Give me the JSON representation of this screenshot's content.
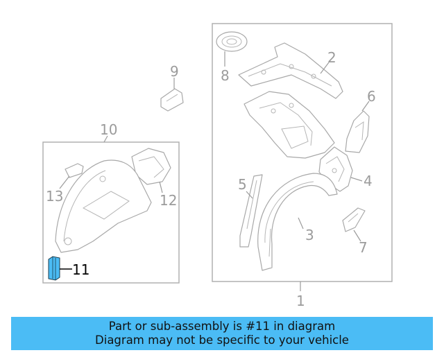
{
  "callouts": {
    "c1": "1",
    "c2": "2",
    "c3": "3",
    "c4": "4",
    "c5": "5",
    "c6": "6",
    "c7": "7",
    "c8": "8",
    "c9": "9",
    "c10": "10",
    "c11": "11",
    "c12": "12",
    "c13": "13"
  },
  "highlight": {
    "color": "#4bbcf5",
    "part_callout": "11"
  },
  "banner": {
    "line1": "Part or sub-assembly is #11 in diagram",
    "line2": "Diagram may not be specific to your vehicle",
    "background": "#4bbcf5"
  }
}
